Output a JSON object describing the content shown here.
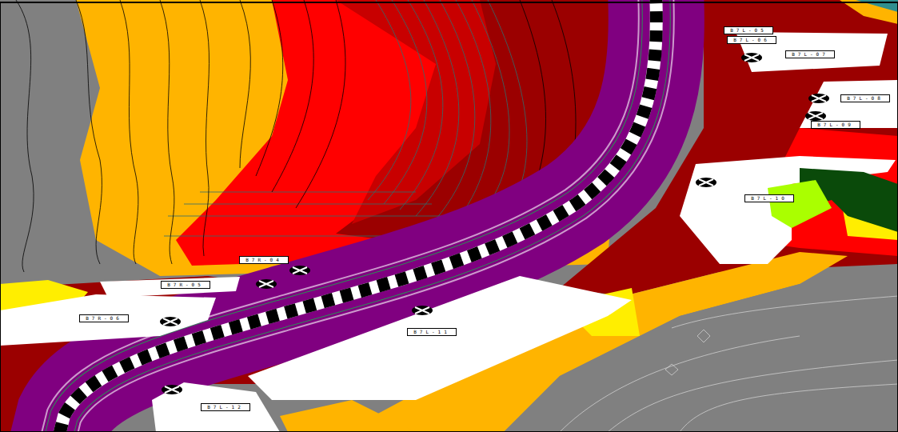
{
  "diagram": {
    "nodes": [
      {
        "text": [
          "B7L-05"
        ]
      },
      {
        "text": [
          "B7L-06"
        ]
      },
      {
        "text": [
          "B7L-07"
        ]
      },
      {
        "text": [
          "B7L-08"
        ]
      },
      {
        "text": [
          "B7L-09"
        ]
      },
      {
        "text": [
          "B7L-10"
        ]
      },
      {
        "text": [
          "B7R-04"
        ]
      },
      {
        "text": [
          "B7R-05"
        ]
      },
      {
        "text": [
          "B7R-06"
        ]
      },
      {
        "text": [
          "B7L-11"
        ]
      },
      {
        "text": [
          "B7L-12"
        ]
      }
    ]
  }
}
